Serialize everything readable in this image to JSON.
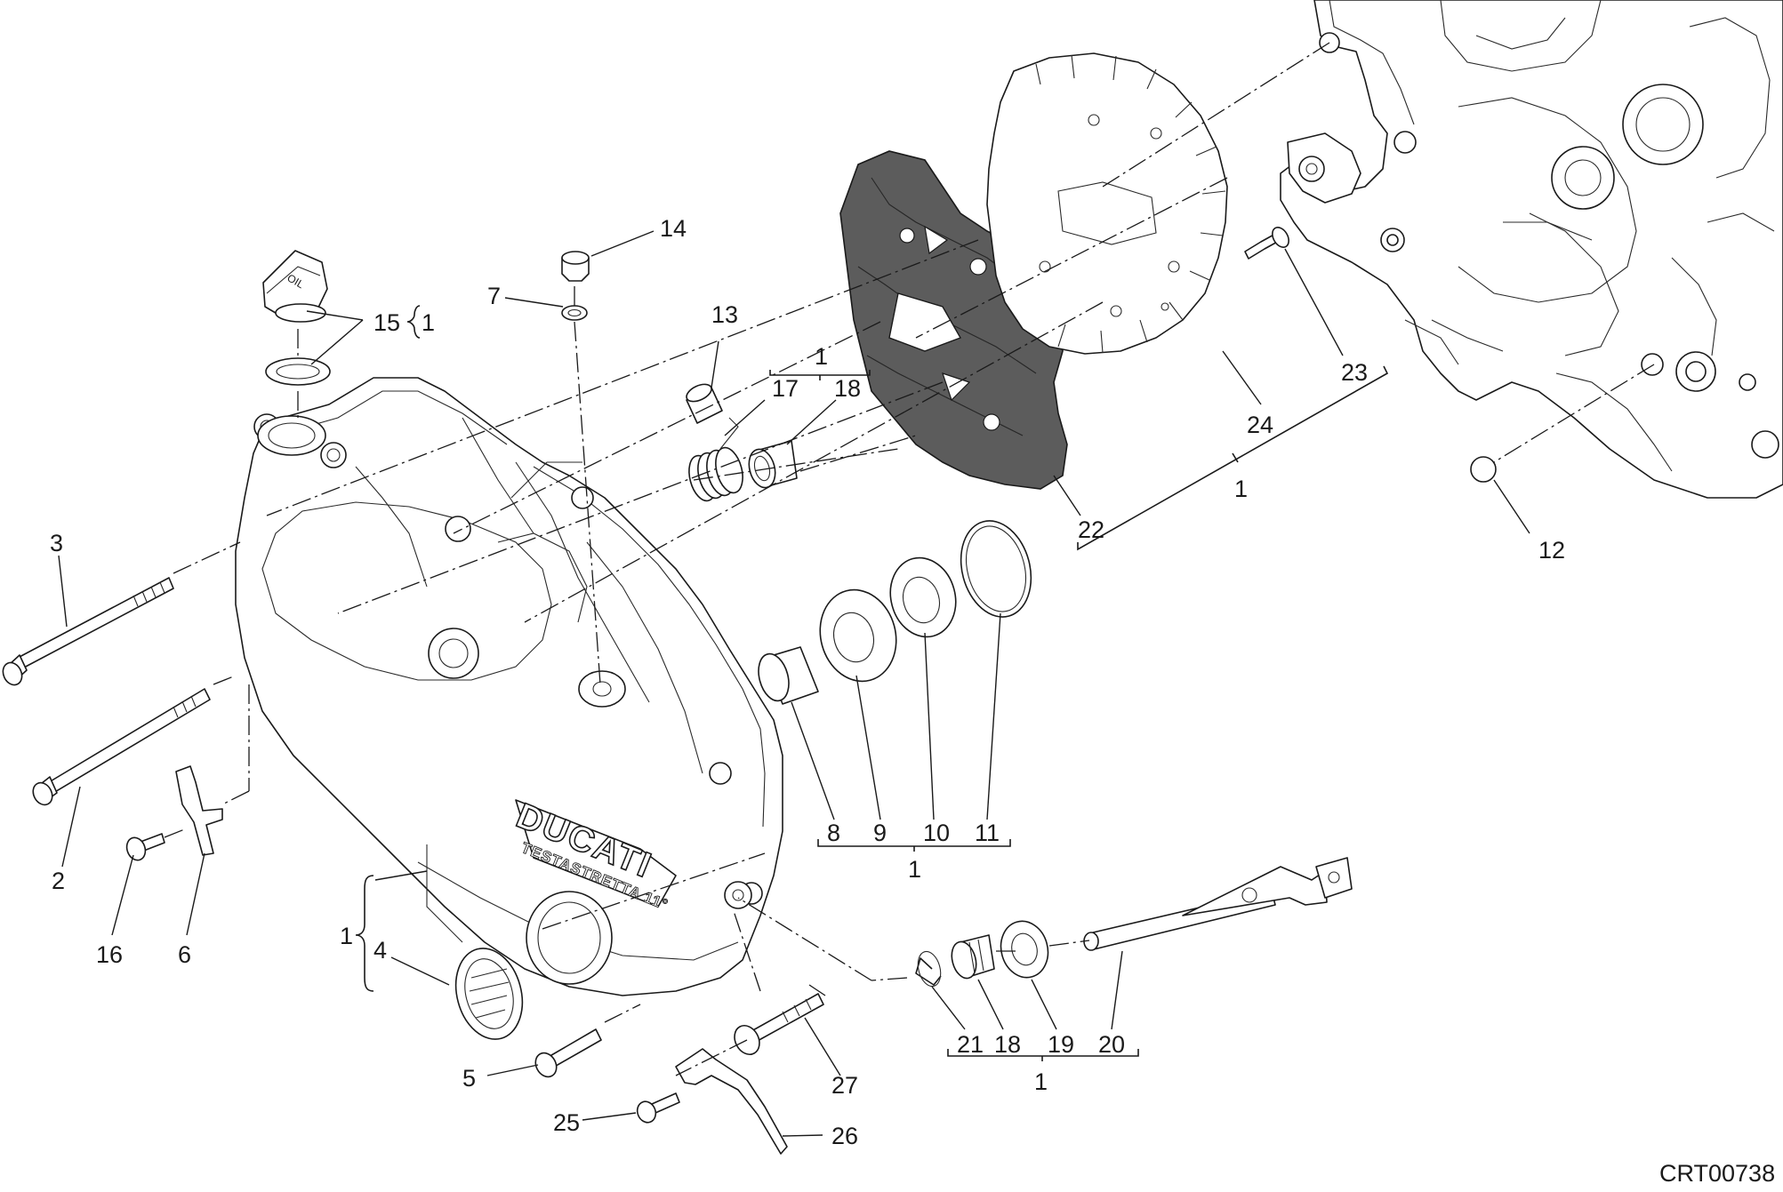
{
  "diagram": {
    "drawing_code": "CRT00738",
    "cover_logo_text": "DUCATI",
    "cover_subtitle_text": "TESTASTRETTA 11°",
    "oil_cap_text": "OIL",
    "callouts": [
      {
        "id": "c-3",
        "label": "3"
      },
      {
        "id": "c-2",
        "label": "2"
      },
      {
        "id": "c-16",
        "label": "16"
      },
      {
        "id": "c-6",
        "label": "6"
      },
      {
        "id": "c-15",
        "label": "15"
      },
      {
        "id": "c-15-assy",
        "label": "1"
      },
      {
        "id": "c-7",
        "label": "7"
      },
      {
        "id": "c-14",
        "label": "14"
      },
      {
        "id": "c-13",
        "label": "13"
      },
      {
        "id": "c-17",
        "label": "17"
      },
      {
        "id": "c-18-top",
        "label": "18"
      },
      {
        "id": "c-17-18-assy",
        "label": "1"
      },
      {
        "id": "c-22",
        "label": "22"
      },
      {
        "id": "c-24",
        "label": "24"
      },
      {
        "id": "c-23",
        "label": "23"
      },
      {
        "id": "c-22-24-assy",
        "label": "1"
      },
      {
        "id": "c-12",
        "label": "12"
      },
      {
        "id": "c-8",
        "label": "8"
      },
      {
        "id": "c-9",
        "label": "9"
      },
      {
        "id": "c-10",
        "label": "10"
      },
      {
        "id": "c-11",
        "label": "11"
      },
      {
        "id": "c-8-11-assy",
        "label": "1"
      },
      {
        "id": "c-1-cover",
        "label": "1"
      },
      {
        "id": "c-4",
        "label": "4"
      },
      {
        "id": "c-5",
        "label": "5"
      },
      {
        "id": "c-25",
        "label": "25"
      },
      {
        "id": "c-26",
        "label": "26"
      },
      {
        "id": "c-27",
        "label": "27"
      },
      {
        "id": "c-21",
        "label": "21"
      },
      {
        "id": "c-18-bottom",
        "label": "18"
      },
      {
        "id": "c-19",
        "label": "19"
      },
      {
        "id": "c-20",
        "label": "20"
      },
      {
        "id": "c-18-21-assy",
        "label": "1"
      }
    ]
  }
}
